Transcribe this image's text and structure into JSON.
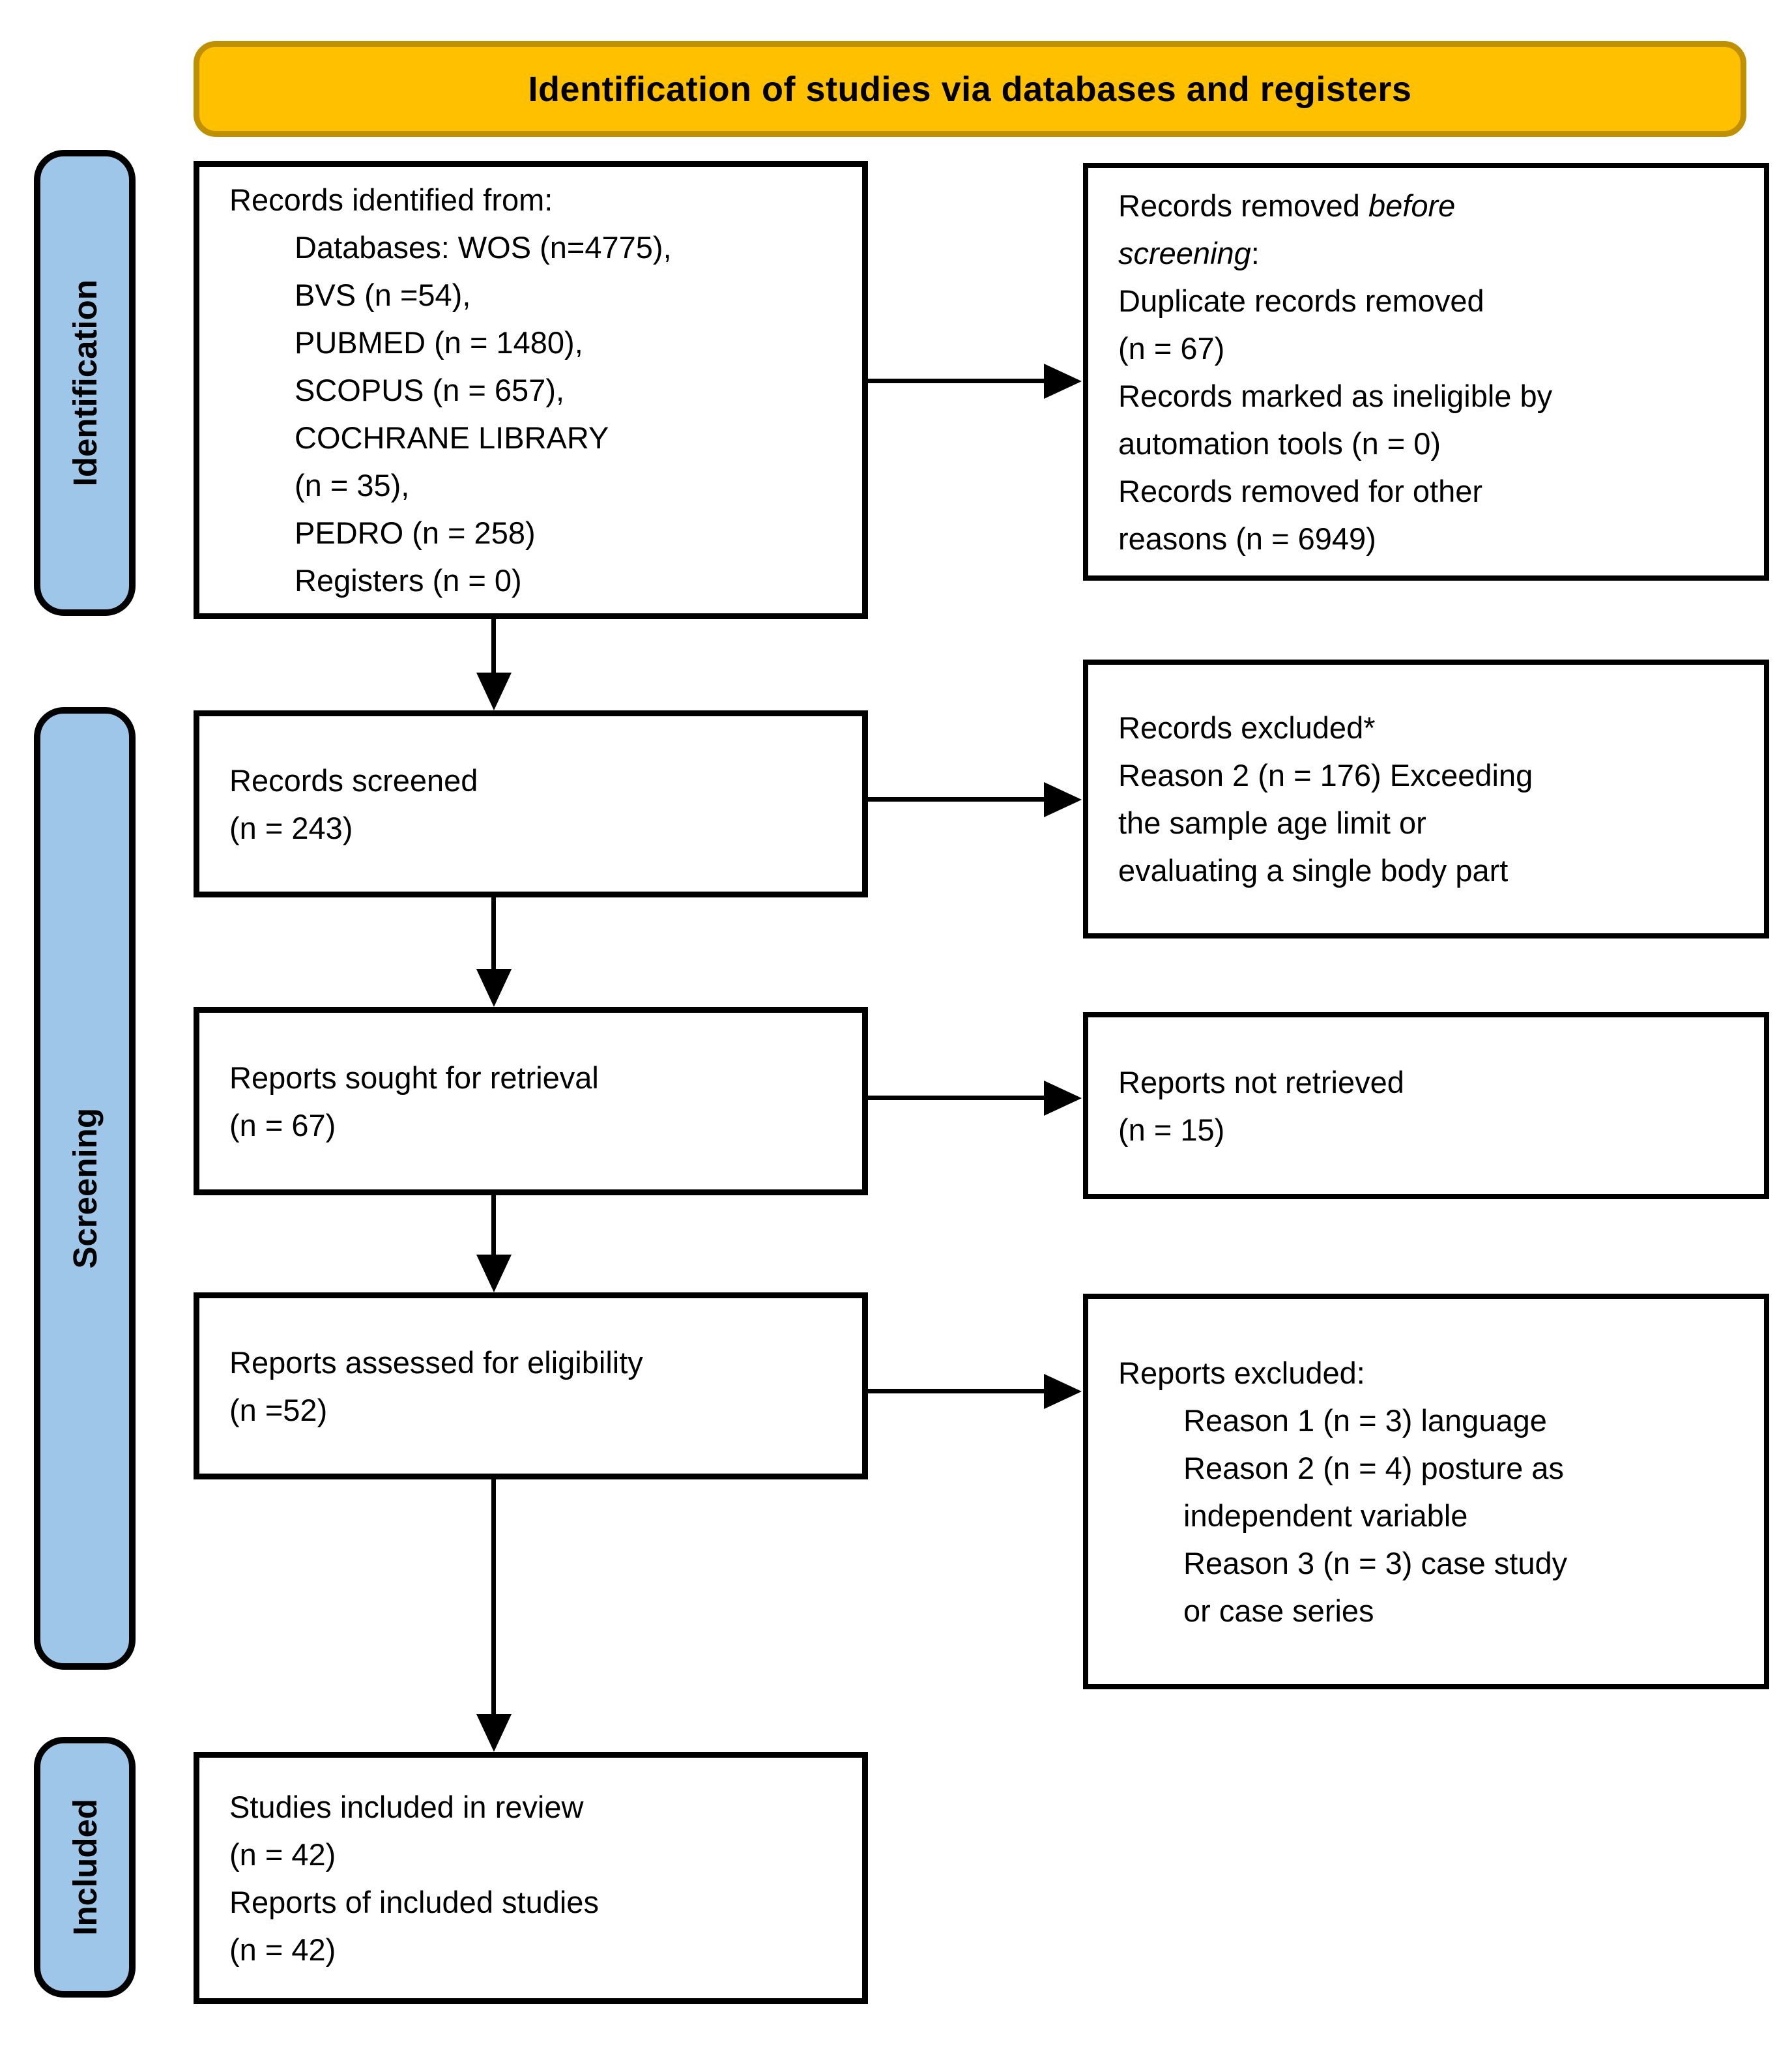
{
  "banner": {
    "title": "Identification of studies via databases and registers"
  },
  "stages": {
    "identification": {
      "label": "Identification"
    },
    "screening": {
      "label": "Screening"
    },
    "included": {
      "label": "Included"
    }
  },
  "boxes": {
    "records_identified": {
      "lines": [
        {
          "t": "Records identified from:"
        },
        {
          "t": "Databases: WOS (n=4775),",
          "indent": true
        },
        {
          "t": "BVS (n =54),",
          "indent": true
        },
        {
          "t": "PUBMED (n = 1480),",
          "indent": true
        },
        {
          "t": "SCOPUS (n = 657),",
          "indent": true
        },
        {
          "t": "COCHRANE LIBRARY",
          "indent": true
        },
        {
          "t": "(n = 35),",
          "indent": true
        },
        {
          "t": "PEDRO (n = 258)",
          "indent": true
        },
        {
          "t": "Registers (n = 0)",
          "indent": true
        }
      ]
    },
    "records_removed": {
      "lines": [
        {
          "seg": [
            {
              "t": "Records removed "
            },
            {
              "t": "before",
              "i": true
            }
          ]
        },
        {
          "seg": [
            {
              "t": "screening",
              "i": true
            },
            {
              "t": ":"
            }
          ]
        },
        {
          "t": "Duplicate records removed"
        },
        {
          "t": "(n = 67)"
        },
        {
          "t": "Records marked as ineligible by"
        },
        {
          "t": "automation tools (n = 0)"
        },
        {
          "t": "Records removed for other"
        },
        {
          "t": "reasons (n = 6949)"
        }
      ]
    },
    "records_screened": {
      "lines": [
        {
          "t": "Records screened"
        },
        {
          "t": "(n = 243)"
        }
      ]
    },
    "records_excluded": {
      "lines": [
        {
          "t": "Records excluded*"
        },
        {
          "t": "Reason 2 (n = 176) Exceeding"
        },
        {
          "t": "the sample age limit or"
        },
        {
          "t": "evaluating a single body part"
        }
      ]
    },
    "reports_sought": {
      "lines": [
        {
          "t": "Reports sought for retrieval"
        },
        {
          "t": "(n = 67)"
        }
      ]
    },
    "reports_not_retrieved": {
      "lines": [
        {
          "t": "Reports not retrieved"
        },
        {
          "t": "(n = 15)"
        }
      ]
    },
    "reports_assessed": {
      "lines": [
        {
          "t": "Reports assessed for eligibility"
        },
        {
          "t": "(n =52)"
        }
      ]
    },
    "reports_excluded": {
      "lines": [
        {
          "t": "Reports excluded:"
        },
        {
          "t": "Reason 1 (n = 3) language",
          "indent": true
        },
        {
          "t": "Reason 2 (n = 4) posture as",
          "indent": true
        },
        {
          "t": "independent variable",
          "indent": true
        },
        {
          "t": "Reason 3 (n = 3) case study",
          "indent": true
        },
        {
          "t": "or case series",
          "indent": true
        }
      ]
    },
    "studies_included": {
      "lines": [
        {
          "t": "Studies included in review"
        },
        {
          "t": "(n = 42)"
        },
        {
          "t": "Reports of included studies"
        },
        {
          "t": "(n = 42)"
        }
      ]
    }
  },
  "colors": {
    "banner_fill": "#FFC000",
    "banner_border": "#BF9000",
    "stage_fill": "#9DC6E8",
    "box_border": "#000000",
    "arrow": "#000000",
    "text": "#000000"
  }
}
